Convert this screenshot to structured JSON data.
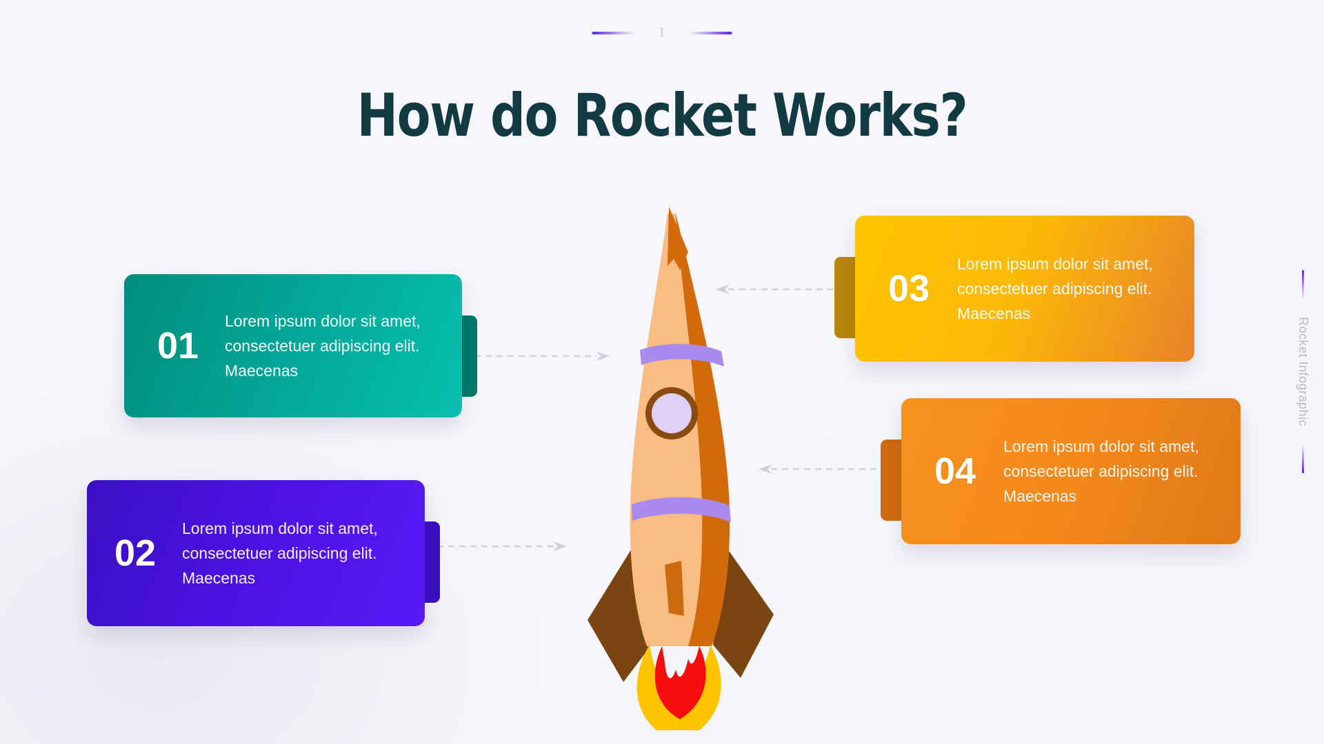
{
  "header": {
    "title": "How do Rocket Works?",
    "page_number": "1"
  },
  "side_label": {
    "text": "Rocket Infographic"
  },
  "body_text": "Lorem ipsum dolor sit amet, consectetuer adipiscing elit. Maecenas",
  "cards": [
    {
      "number": "01",
      "text": "Lorem ipsum dolor sit amet, consectetuer adipiscing elit. Maecenas",
      "color": "#03a395",
      "tab_color": "#03796c",
      "arrow_direction": "right"
    },
    {
      "number": "02",
      "text": "Lorem ipsum dolor sit amet, consectetuer adipiscing elit. Maecenas",
      "color": "#4a12e0",
      "tab_color": "#3a10c4",
      "arrow_direction": "right"
    },
    {
      "number": "03",
      "text": "Lorem ipsum dolor sit amet, consectetuer adipiscing elit. Maecenas",
      "color": "#fcb808",
      "tab_color": "#b8860b",
      "arrow_direction": "left"
    },
    {
      "number": "04",
      "text": "Lorem ipsum dolor sit amet, consectetuer adipiscing elit. Maecenas",
      "color": "#f4881b",
      "tab_color": "#cf6b0c",
      "arrow_direction": "left"
    }
  ],
  "illustration": {
    "name": "rocket",
    "colors": {
      "body": "#f9bc82",
      "body_shadow": "#d2690a",
      "nose_tip": "#d2690a",
      "stripe": "#a98aee",
      "window_ring": "#8a4b10",
      "window_glass": "#ded0f7",
      "fin": "#7a4510",
      "flame_inner": "#f50d0d",
      "flame_outer": "#fdc400"
    }
  },
  "accent_colors": {
    "title": "#123a43",
    "marker": "#5b1fe8",
    "background": "#f6f6fc",
    "connector": "#cfcfdc"
  }
}
